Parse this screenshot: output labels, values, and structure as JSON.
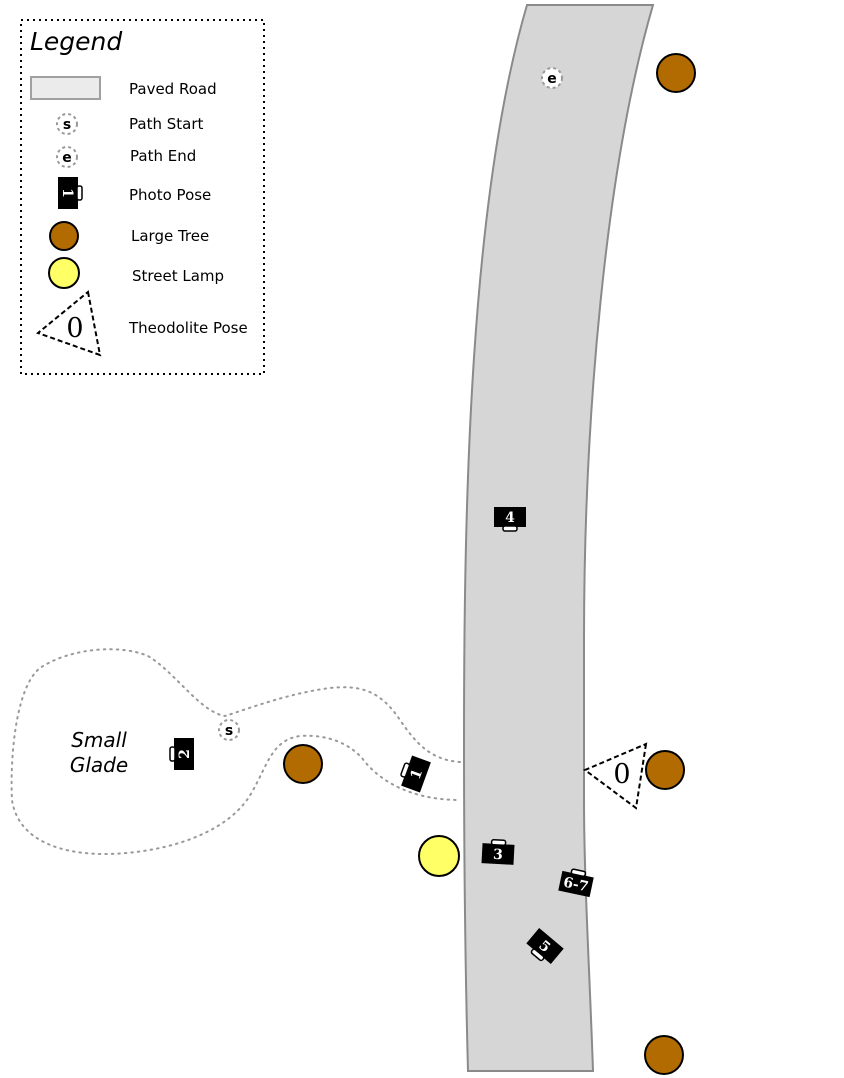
{
  "legend": {
    "title": "Legend",
    "items": [
      {
        "key": "road",
        "label": "Paved Road"
      },
      {
        "key": "start",
        "label": "Path Start",
        "symbol": "s"
      },
      {
        "key": "end",
        "label": "Path End",
        "symbol": "e"
      },
      {
        "key": "photo",
        "label": "Photo Pose",
        "symbol": "1"
      },
      {
        "key": "tree",
        "label": "Large Tree"
      },
      {
        "key": "lamp",
        "label": "Street Lamp"
      },
      {
        "key": "theodolite",
        "label": "Theodolite Pose",
        "symbol": "0"
      }
    ]
  },
  "map": {
    "area_label_line1": "Small",
    "area_label_line2": "Glade",
    "path_start_symbol": "s",
    "path_end_symbol": "e",
    "theodolite_label": "0",
    "photo_poses": [
      "1",
      "2",
      "3",
      "4",
      "5",
      "6-7"
    ]
  },
  "colors": {
    "road_fill": "#d6d6d6",
    "road_edge": "#8a8a8a",
    "tree": "#b26b00",
    "lamp": "#ffff66",
    "path_dots": "#999999"
  }
}
